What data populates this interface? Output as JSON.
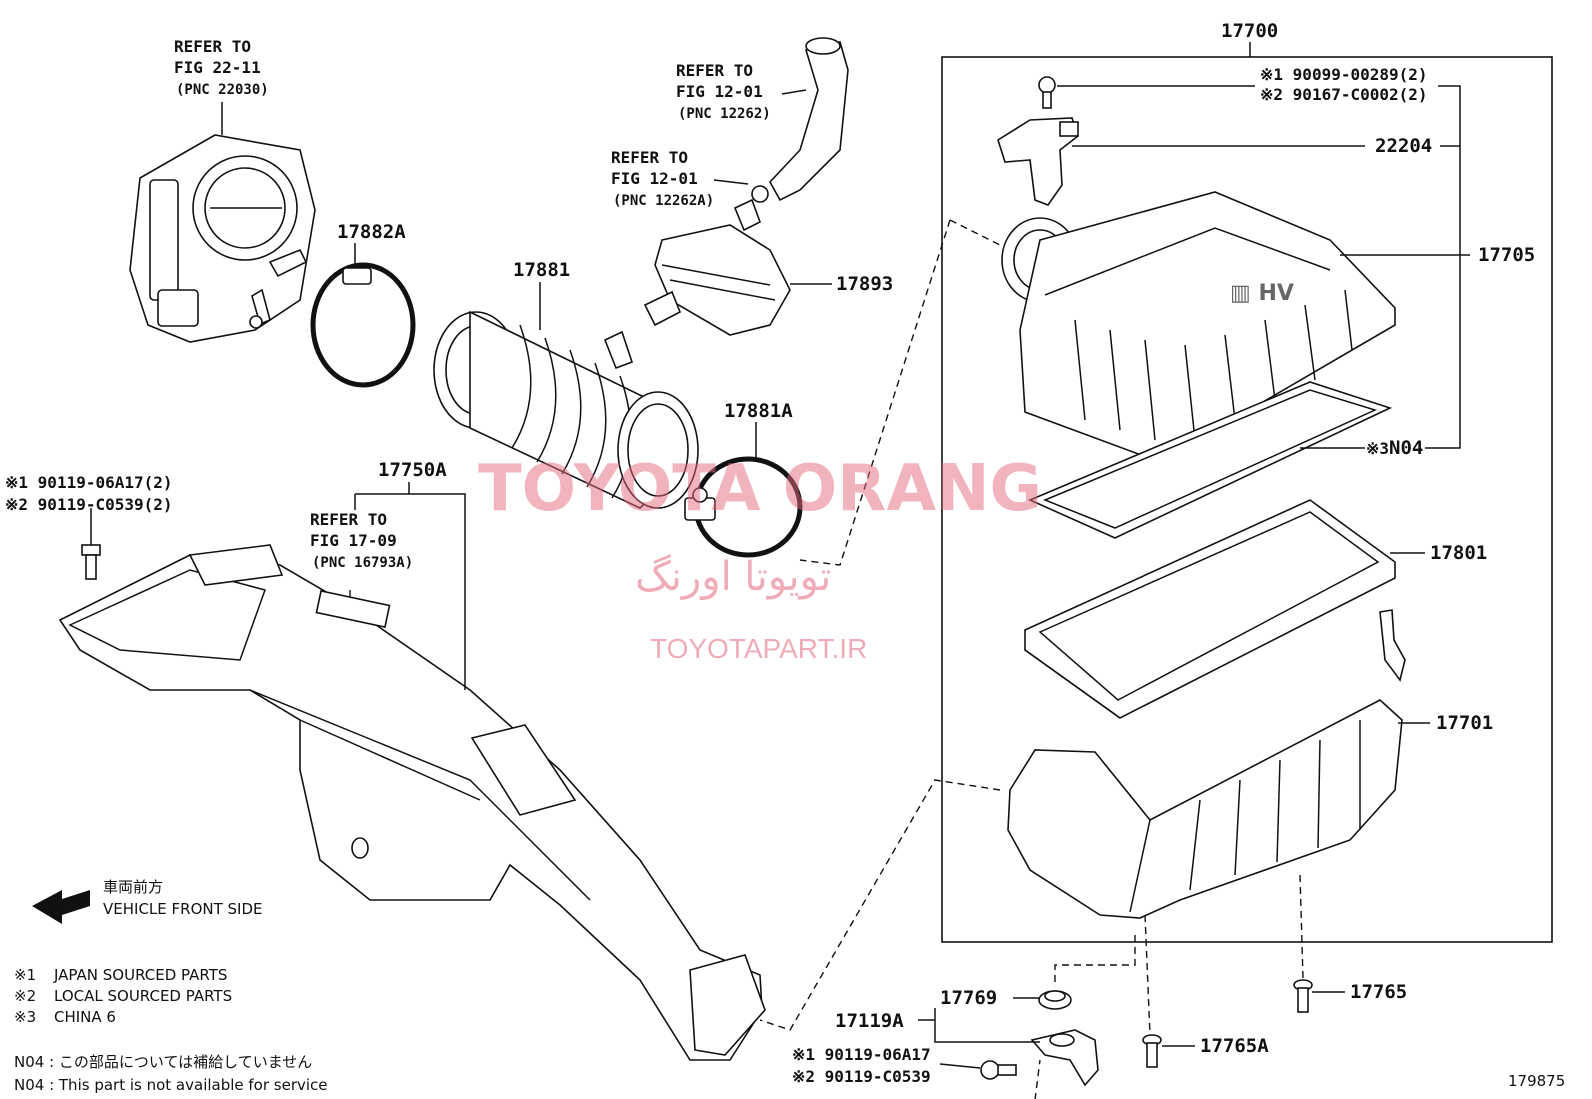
{
  "callouts": {
    "c17700": "17700",
    "c17882A": "17882A",
    "c17881": "17881",
    "c17881A": "17881A",
    "c17893": "17893",
    "c22204": "22204",
    "c17705": "17705",
    "cN04": "N04",
    "cN04_mark": "※3",
    "c17801": "17801",
    "c17701": "17701",
    "c17750A": "17750A",
    "c17769": "17769",
    "c17119A": "17119A",
    "c17765": "17765",
    "c17765A": "17765A"
  },
  "references": {
    "throttle": {
      "line1": "REFER TO",
      "line2": "FIG 22-11",
      "line3": "(PNC 22030)"
    },
    "hose_top": {
      "line1": "REFER TO",
      "line2": "FIG 12-01",
      "line3": "(PNC 12262)"
    },
    "hose_clamp": {
      "line1": "REFER TO",
      "line2": "FIG 12-01",
      "line3": "(PNC 12262A)"
    },
    "duct": {
      "line1": "REFER TO",
      "line2": "FIG 17-09",
      "line3": "(PNC 16793A)"
    }
  },
  "fasteners": {
    "top_screw_1": "※1 90099-00289(2)",
    "top_screw_2": "※2 90167-C0002(2)",
    "left_bolt_1": "※1 90119-06A17(2)",
    "left_bolt_2": "※2 90119-C0539(2)",
    "bottom_bolt_1": "※1 90119-06A17",
    "bottom_bolt_2": "※2 90119-C0539"
  },
  "direction": {
    "jp": "車両前方",
    "en": "VEHICLE FRONT SIDE"
  },
  "legend": [
    {
      "mark": "※1",
      "text": "JAPAN SOURCED PARTS"
    },
    {
      "mark": "※2",
      "text": "LOCAL SOURCED PARTS"
    },
    {
      "mark": "※3",
      "text": "CHINA 6"
    }
  ],
  "notes": {
    "n04_jp": "N04 : この部品については補給していません",
    "n04_en": "N04 : This part is not available for service"
  },
  "figure_number": "179875",
  "watermark": {
    "line1": "TOYOTA ORANG",
    "line2": "تویوتا اورنگ",
    "line3": "TOYOTAPART.IR"
  }
}
